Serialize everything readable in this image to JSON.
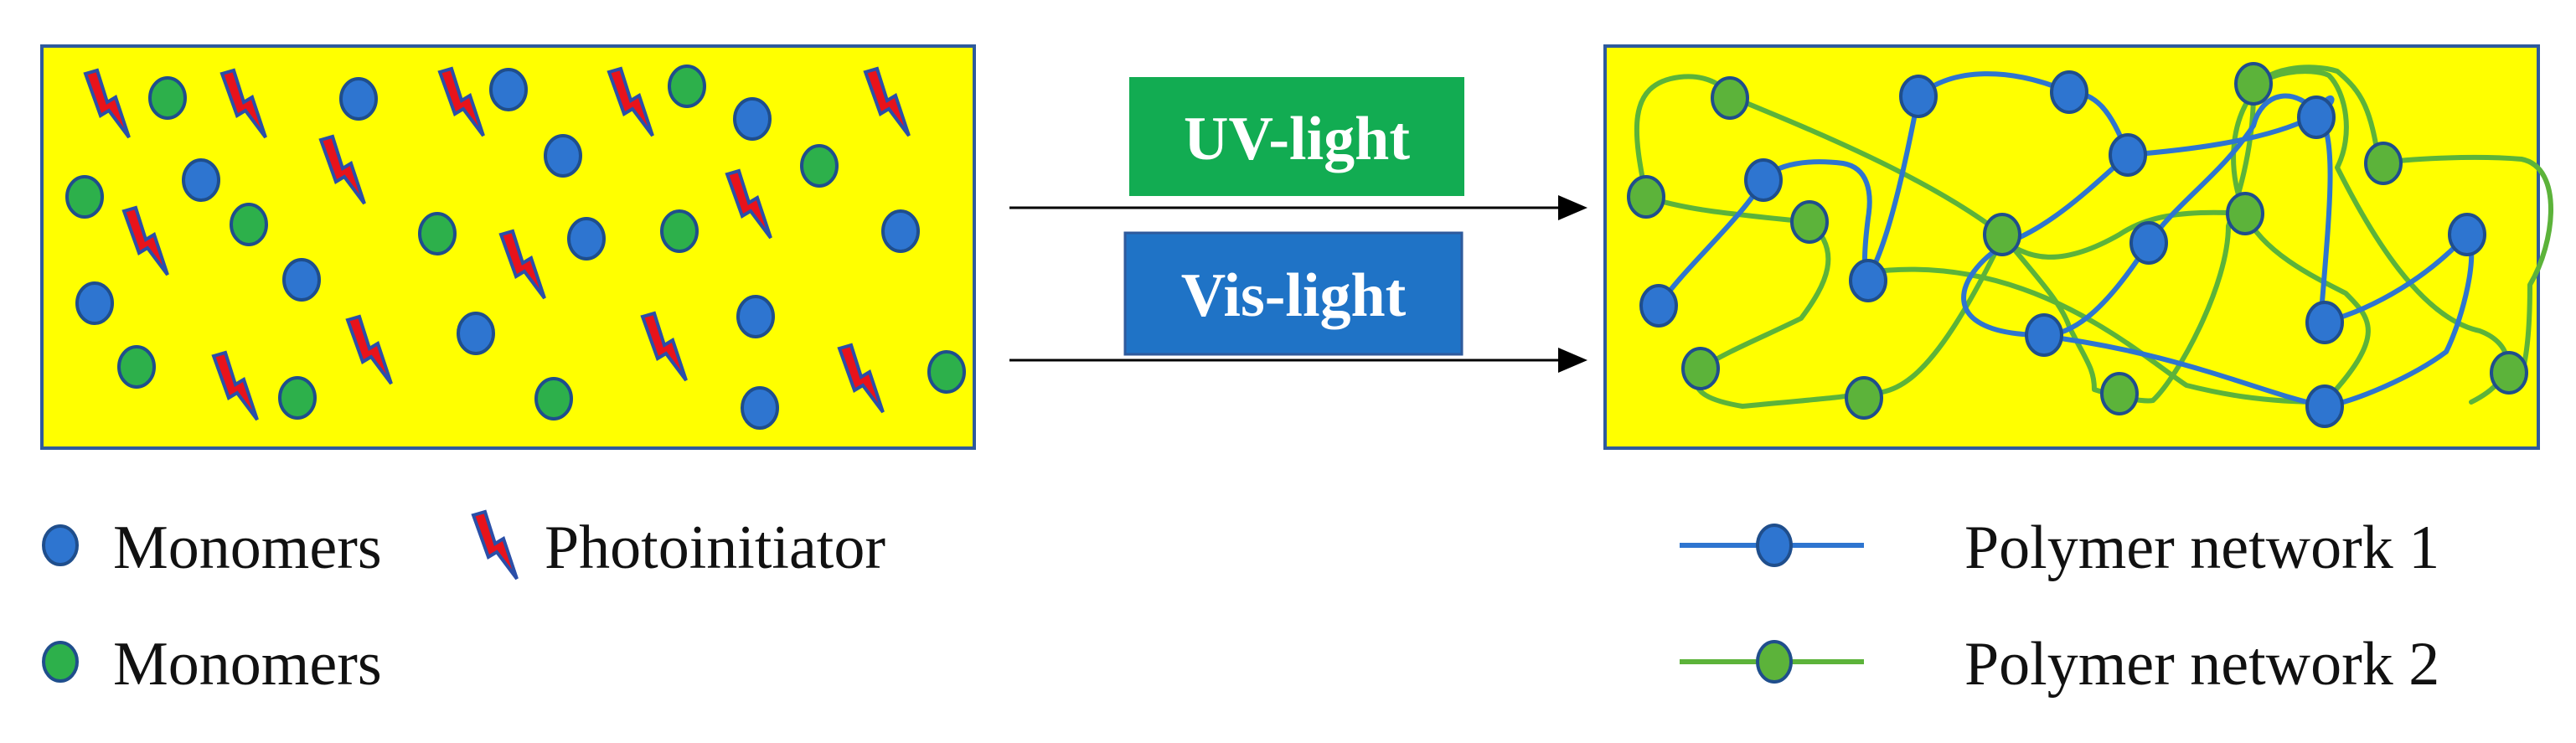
{
  "colors": {
    "background": "#ffff00",
    "border": "#2e5a9c",
    "blue_fill": "#2e75d0",
    "blue_stroke": "#1f4e8c",
    "green_fill": "#2db04b",
    "green_stroke": "#1f6e34",
    "network1": "#2e75d0",
    "network2": "#5cb33a",
    "uv_box": "#12ac52",
    "vis_box": "#1f73c6",
    "bolt_red": "#e8131b",
    "bolt_blue": "#2a4fa8"
  },
  "process": {
    "uv_label": "UV-light",
    "vis_label": "Vis-light"
  },
  "legend": {
    "monomer_blue_label": "Monomers",
    "photoinitiator_label": "Photoinitiator",
    "monomer_green_label": "Monomers",
    "network1_label": "Polymer network 1",
    "network2_label": "Polymer network 2"
  }
}
